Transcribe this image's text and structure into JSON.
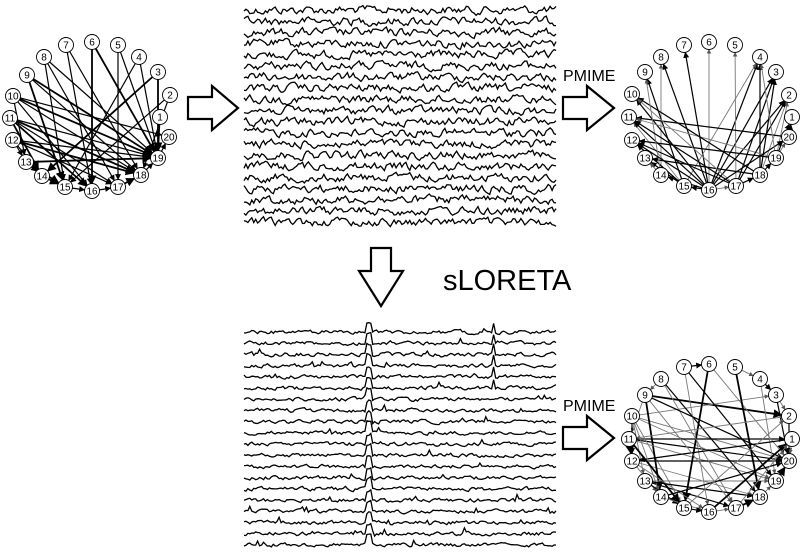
{
  "labels": {
    "pmime_top": "PMIME",
    "pmime_bottom": "PMIME",
    "sloreta": "sLORETA"
  },
  "networks": {
    "top_left": {
      "nodes": [
        "1",
        "2",
        "3",
        "4",
        "5",
        "6",
        "7",
        "8",
        "9",
        "10",
        "11",
        "12",
        "13",
        "14",
        "15",
        "16",
        "17",
        "18",
        "19",
        "20"
      ],
      "edges": [
        [
          10,
          19
        ],
        [
          11,
          19
        ],
        [
          12,
          19
        ],
        [
          13,
          19
        ],
        [
          9,
          18
        ],
        [
          10,
          18
        ],
        [
          11,
          18
        ],
        [
          12,
          17
        ],
        [
          8,
          17
        ],
        [
          13,
          15
        ],
        [
          8,
          15
        ],
        [
          12,
          14
        ],
        [
          11,
          16
        ],
        [
          10,
          16
        ],
        [
          7,
          16
        ],
        [
          6,
          16
        ],
        [
          5,
          17
        ],
        [
          4,
          15
        ],
        [
          3,
          14
        ],
        [
          2,
          18
        ],
        [
          1,
          19
        ],
        [
          6,
          19
        ],
        [
          7,
          18
        ],
        [
          8,
          19
        ],
        [
          9,
          19
        ],
        [
          10,
          20
        ],
        [
          11,
          17
        ],
        [
          12,
          18
        ],
        [
          4,
          19
        ],
        [
          5,
          19
        ],
        [
          3,
          19
        ],
        [
          2,
          15
        ],
        [
          13,
          14
        ],
        [
          14,
          15
        ],
        [
          15,
          16
        ],
        [
          16,
          17
        ],
        [
          17,
          18
        ],
        [
          18,
          19
        ],
        [
          19,
          20
        ],
        [
          9,
          15
        ],
        [
          12,
          13
        ],
        [
          10,
          13
        ],
        [
          11,
          14
        ]
      ]
    },
    "top_right": {
      "nodes": [
        "1",
        "2",
        "3",
        "4",
        "5",
        "6",
        "7",
        "8",
        "9",
        "10",
        "11",
        "12",
        "13",
        "14",
        "15",
        "16",
        "17",
        "18",
        "19",
        "20"
      ],
      "edges": [
        [
          16,
          6
        ],
        [
          16,
          7
        ],
        [
          16,
          4
        ],
        [
          15,
          4
        ],
        [
          16,
          3
        ],
        [
          17,
          3
        ],
        [
          18,
          2
        ],
        [
          19,
          1
        ],
        [
          20,
          1
        ],
        [
          14,
          8
        ],
        [
          15,
          9
        ],
        [
          16,
          8
        ],
        [
          17,
          5
        ],
        [
          18,
          4
        ],
        [
          16,
          10
        ],
        [
          15,
          11
        ],
        [
          17,
          12
        ],
        [
          18,
          13
        ],
        [
          19,
          2
        ],
        [
          16,
          2
        ],
        [
          20,
          11
        ],
        [
          19,
          11
        ],
        [
          18,
          10
        ],
        [
          19,
          12
        ],
        [
          17,
          10
        ],
        [
          16,
          11
        ],
        [
          15,
          13
        ],
        [
          14,
          13
        ],
        [
          16,
          14
        ],
        [
          16,
          15
        ],
        [
          16,
          17
        ],
        [
          17,
          18
        ],
        [
          18,
          19
        ],
        [
          19,
          20
        ],
        [
          16,
          20
        ],
        [
          15,
          12
        ],
        [
          14,
          9
        ],
        [
          17,
          2
        ],
        [
          18,
          3
        ],
        [
          19,
          4
        ],
        [
          16,
          12
        ],
        [
          17,
          11
        ]
      ]
    },
    "bottom_right": {
      "nodes": [
        "1",
        "2",
        "3",
        "4",
        "5",
        "6",
        "7",
        "8",
        "9",
        "10",
        "11",
        "12",
        "13",
        "14",
        "15",
        "16",
        "17",
        "18",
        "19",
        "20"
      ],
      "edges": [
        [
          10,
          20
        ],
        [
          11,
          20
        ],
        [
          10,
          19
        ],
        [
          9,
          2
        ],
        [
          10,
          3
        ],
        [
          11,
          1
        ],
        [
          12,
          18
        ],
        [
          13,
          17
        ],
        [
          10,
          15
        ],
        [
          9,
          14
        ],
        [
          11,
          19
        ],
        [
          12,
          20
        ],
        [
          13,
          19
        ],
        [
          8,
          18
        ],
        [
          7,
          16
        ],
        [
          6,
          15
        ],
        [
          5,
          4
        ],
        [
          4,
          3
        ],
        [
          3,
          2
        ],
        [
          2,
          20
        ],
        [
          1,
          20
        ],
        [
          19,
          20
        ],
        [
          18,
          19
        ],
        [
          7,
          6
        ],
        [
          8,
          17
        ],
        [
          9,
          20
        ],
        [
          10,
          13
        ],
        [
          11,
          12
        ],
        [
          12,
          14
        ],
        [
          13,
          15
        ],
        [
          14,
          16
        ],
        [
          15,
          16
        ],
        [
          16,
          17
        ],
        [
          17,
          18
        ],
        [
          9,
          11
        ],
        [
          10,
          12
        ],
        [
          8,
          9
        ],
        [
          7,
          19
        ],
        [
          6,
          20
        ],
        [
          5,
          18
        ],
        [
          4,
          19
        ],
        [
          3,
          20
        ],
        [
          2,
          11
        ],
        [
          1,
          12
        ],
        [
          10,
          14
        ],
        [
          11,
          15
        ],
        [
          12,
          16
        ],
        [
          13,
          18
        ],
        [
          9,
          17
        ],
        [
          14,
          20
        ],
        [
          15,
          2
        ],
        [
          16,
          1
        ],
        [
          17,
          1
        ]
      ]
    }
  }
}
